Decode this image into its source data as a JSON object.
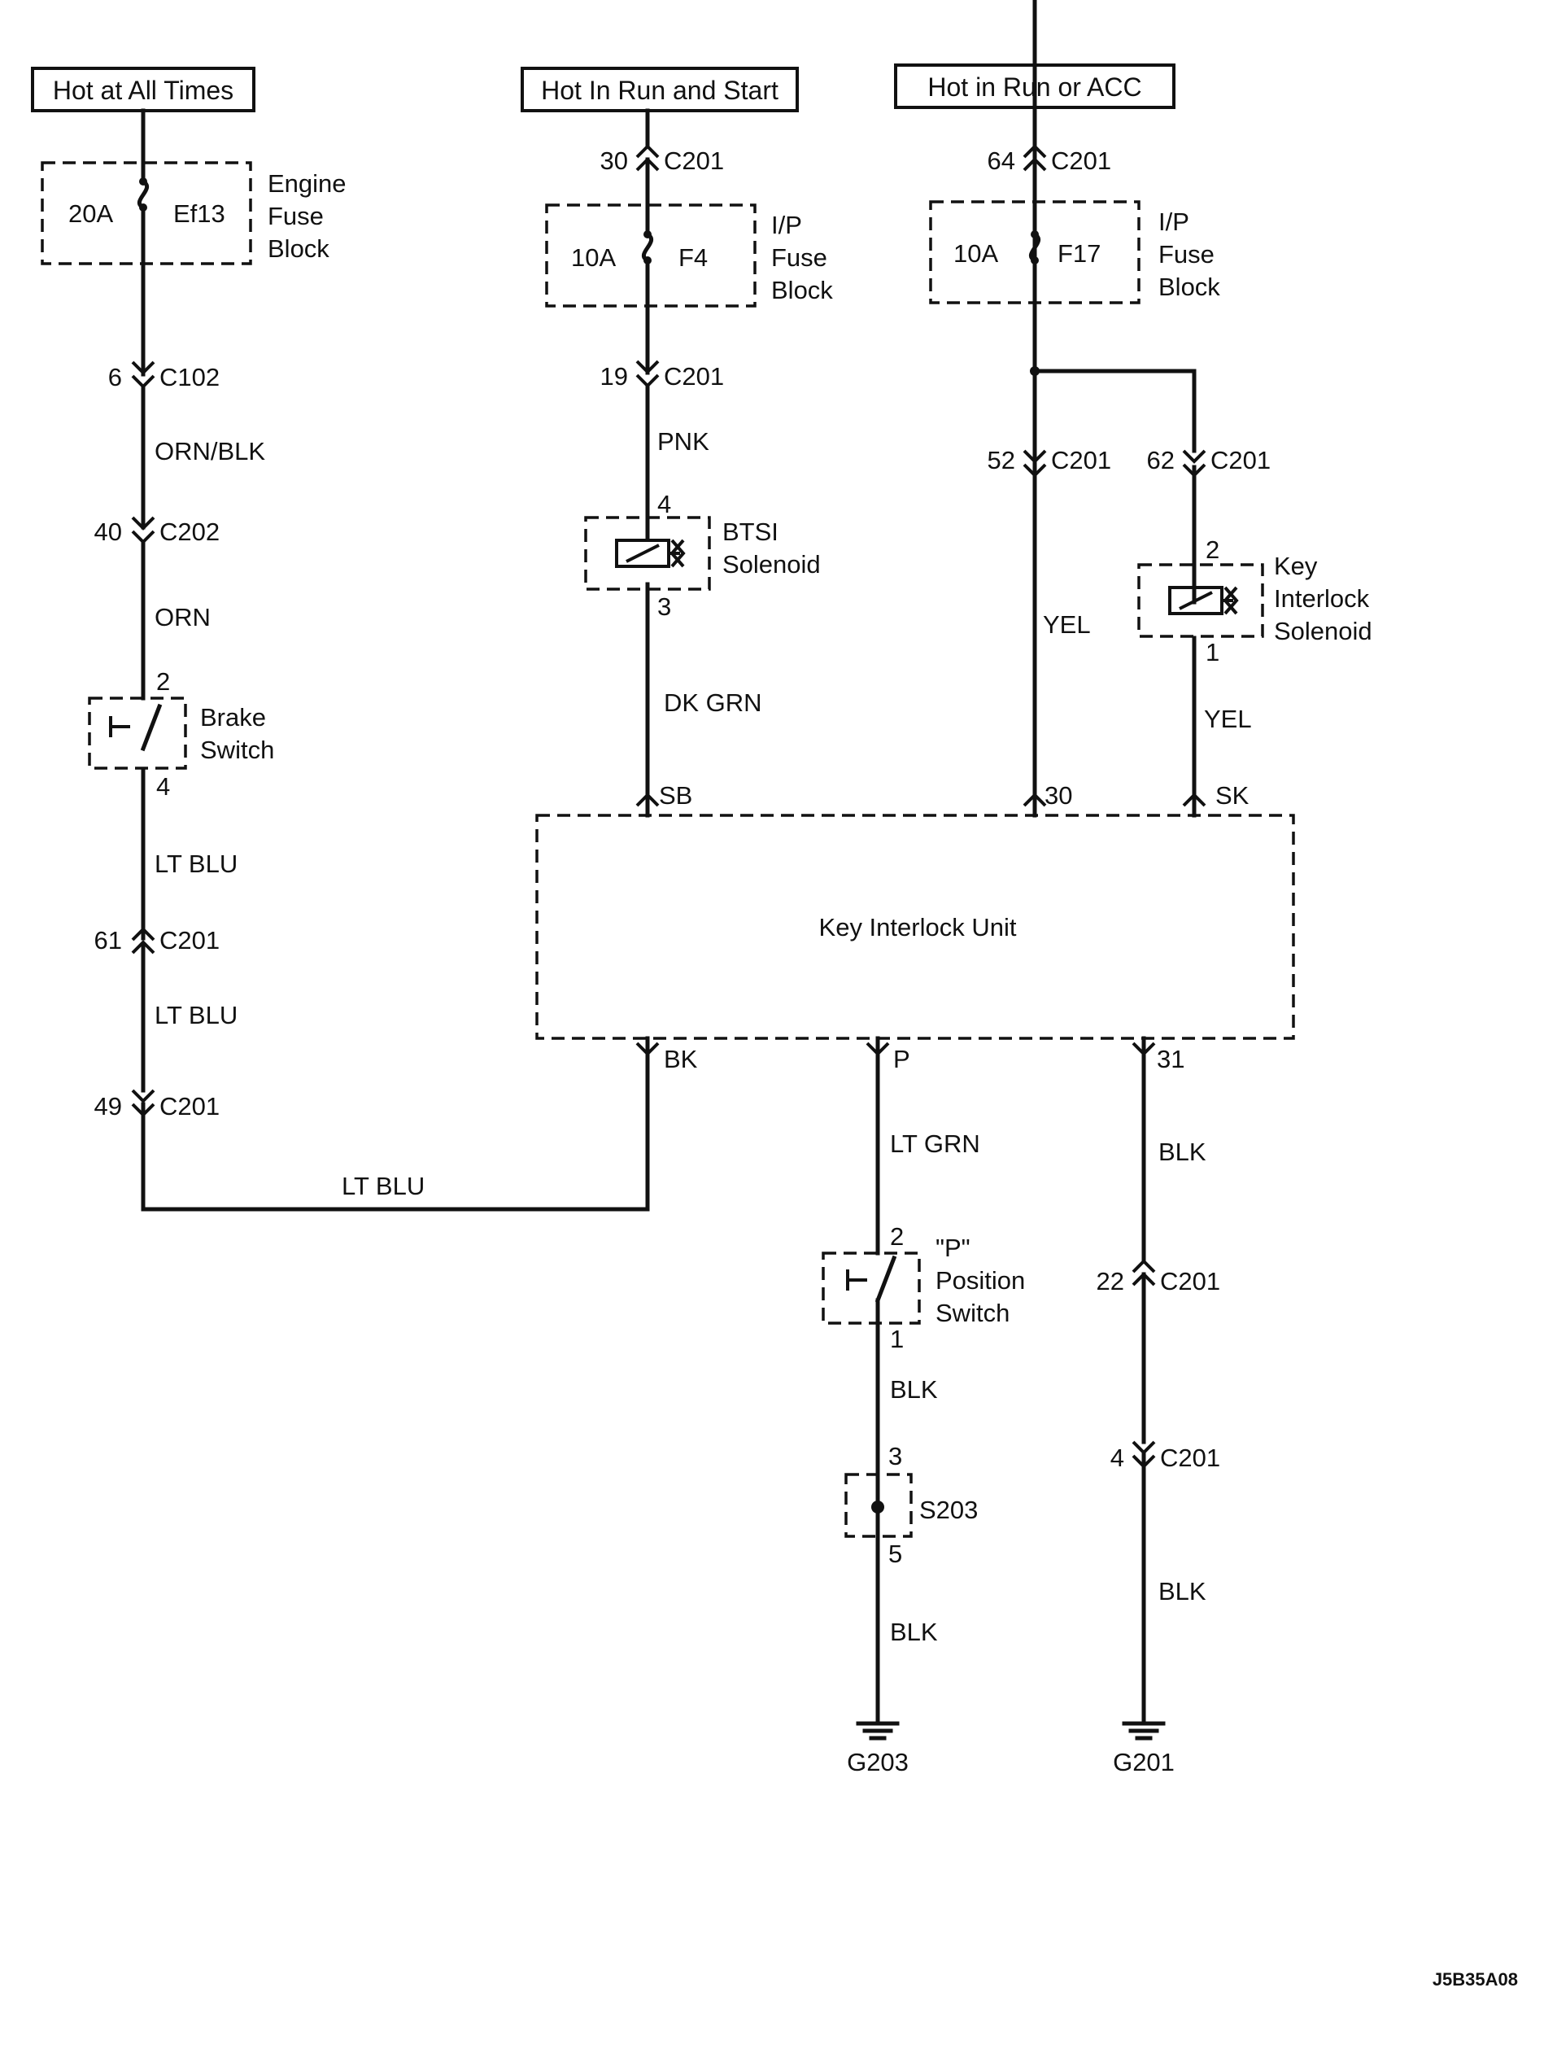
{
  "sources": {
    "hot_all_times": "Hot at All Times",
    "hot_run_start": "Hot In Run and Start",
    "hot_run_acc": "Hot in Run or ACC"
  },
  "fuses": {
    "engine": {
      "amp": "20A",
      "id": "Ef13",
      "label": [
        "Engine",
        "Fuse",
        "Block"
      ]
    },
    "ip_f4": {
      "amp": "10A",
      "id": "F4",
      "label": [
        "I/P",
        "Fuse",
        "Block"
      ]
    },
    "ip_f17": {
      "amp": "10A",
      "id": "F17",
      "label": [
        "I/P",
        "Fuse",
        "Block"
      ]
    }
  },
  "connectors": {
    "c102_6": {
      "pin": "6",
      "name": "C102"
    },
    "c202_40": {
      "pin": "40",
      "name": "C202"
    },
    "c201_61": {
      "pin": "61",
      "name": "C201"
    },
    "c201_49": {
      "pin": "49",
      "name": "C201"
    },
    "c201_30": {
      "pin": "30",
      "name": "C201"
    },
    "c201_19": {
      "pin": "19",
      "name": "C201"
    },
    "c201_64": {
      "pin": "64",
      "name": "C201"
    },
    "c201_52": {
      "pin": "52",
      "name": "C201"
    },
    "c201_62": {
      "pin": "62",
      "name": "C201"
    },
    "c201_22": {
      "pin": "22",
      "name": "C201"
    },
    "c201_4": {
      "pin": "4",
      "name": "C201"
    }
  },
  "wires": {
    "orn_blk": "ORN/BLK",
    "orn": "ORN",
    "lt_blu_1": "LT BLU",
    "lt_blu_2": "LT BLU",
    "lt_blu_3": "LT BLU",
    "pnk": "PNK",
    "dk_grn": "DK GRN",
    "yel_1": "YEL",
    "yel_2": "YEL",
    "lt_grn": "LT GRN",
    "blk_1": "BLK",
    "blk_2": "BLK",
    "blk_3": "BLK",
    "blk_4": "BLK"
  },
  "components": {
    "brake_switch": {
      "label": [
        "Brake",
        "Switch"
      ],
      "pin_top": "2",
      "pin_bottom": "4"
    },
    "btsi": {
      "label": [
        "BTSI",
        "Solenoid"
      ],
      "pin_top": "4",
      "pin_bottom": "3"
    },
    "key_interlock_solenoid": {
      "label": [
        "Key",
        "Interlock",
        "Solenoid"
      ],
      "pin_top": "2",
      "pin_bottom": "1"
    },
    "p_switch": {
      "label": [
        "\"P\"",
        "Position",
        "Switch"
      ],
      "pin_top": "2",
      "pin_bottom": "1"
    },
    "s203": {
      "label": "S203",
      "pin_top": "3",
      "pin_bottom": "5"
    }
  },
  "unit": {
    "label": "Key Interlock Unit",
    "pins": {
      "sb": "SB",
      "p30": "30",
      "sk": "SK",
      "bk": "BK",
      "p": "P",
      "p31": "31"
    }
  },
  "grounds": {
    "g203": "G203",
    "g201": "G201"
  },
  "figure_id": "J5B35A08"
}
